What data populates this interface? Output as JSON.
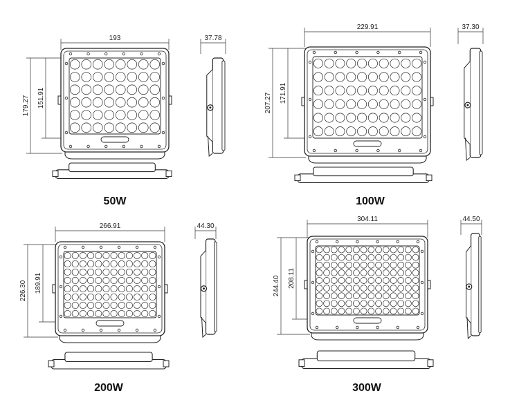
{
  "models": [
    {
      "label": "50W",
      "width": "193",
      "height_outer": "179.27",
      "height_inner": "151.91",
      "depth": "37.78"
    },
    {
      "label": "100W",
      "width": "229.91",
      "height_outer": "207.27",
      "height_inner": "171.91",
      "depth": "37.30"
    },
    {
      "label": "200W",
      "width": "266.91",
      "height_outer": "226.30",
      "height_inner": "189.91",
      "depth": "44.30"
    },
    {
      "label": "300W",
      "width": "304.11",
      "height_outer": "244.40",
      "height_inner": "208.11",
      "depth": "44.50"
    }
  ],
  "colors": {
    "line": "#222222",
    "background": "#ffffff"
  }
}
